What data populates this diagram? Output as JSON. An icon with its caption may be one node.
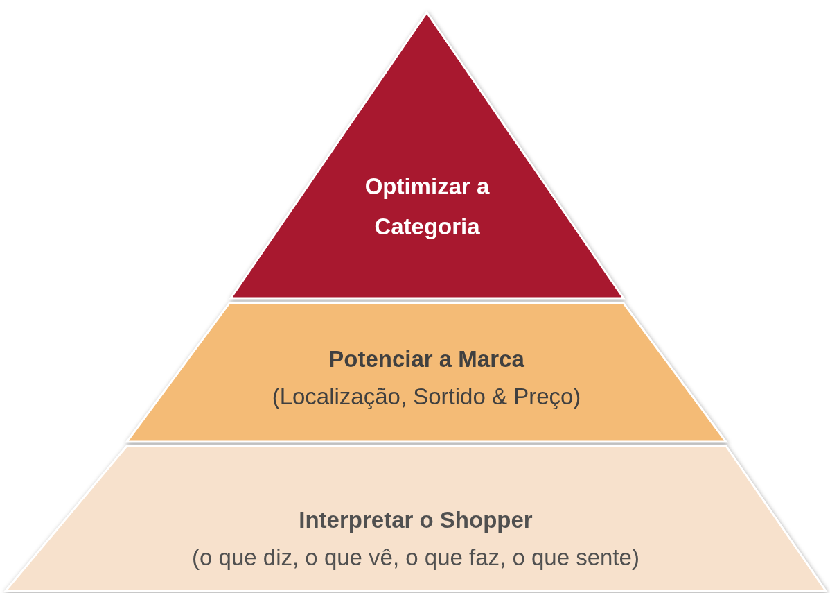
{
  "diagram": {
    "nodes": [
      {
        "text": [
          "Optimizar a Categoria"
        ]
      },
      {
        "text": [
          "Potenciar a Marca",
          "(Localização, Sortido & Preço)"
        ]
      },
      {
        "text": [
          "Interpretar o Shopper",
          "(o que diz, o que vê, o que faz, o que sente)"
        ]
      }
    ]
  }
}
